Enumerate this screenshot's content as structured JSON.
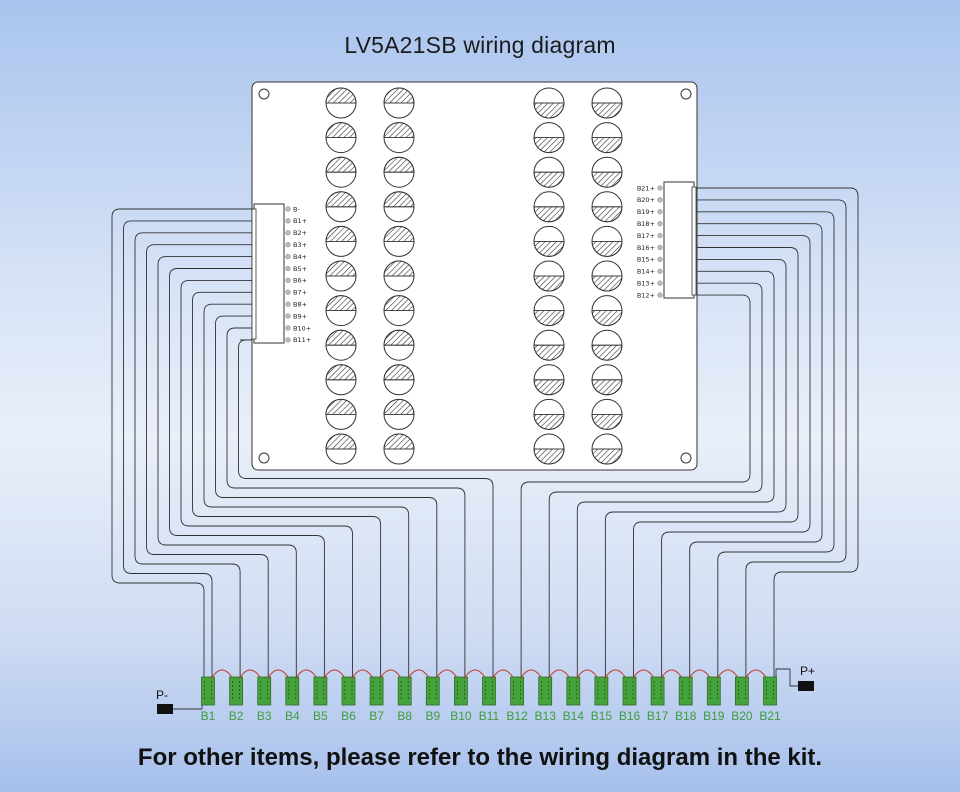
{
  "title": "LV5A21SB wiring diagram",
  "footer": "For other items, please refer to the wiring diagram in the kit.",
  "left_connector_pins": [
    "B-",
    "B1+",
    "B2+",
    "B3+",
    "B4+",
    "B5+",
    "B6+",
    "B7+",
    "B8+",
    "B9+",
    "B10+",
    "B11+"
  ],
  "right_connector_pins": [
    "B21+",
    "B20+",
    "B19+",
    "B18+",
    "B17+",
    "B16+",
    "B15+",
    "B14+",
    "B13+",
    "B12+"
  ],
  "cells": [
    "B1",
    "B2",
    "B3",
    "B4",
    "B5",
    "B6",
    "B7",
    "B8",
    "B9",
    "B10",
    "B11",
    "B12",
    "B13",
    "B14",
    "B15",
    "B16",
    "B17",
    "B18",
    "B19",
    "B20",
    "B21"
  ],
  "terminals": {
    "negative": "P-",
    "positive": "P+"
  },
  "colors": {
    "cell": "#46a33c",
    "cell_label": "#3f9c3c",
    "jumper": "#c0392b",
    "wire": "#333333",
    "board": "#ffffff"
  }
}
